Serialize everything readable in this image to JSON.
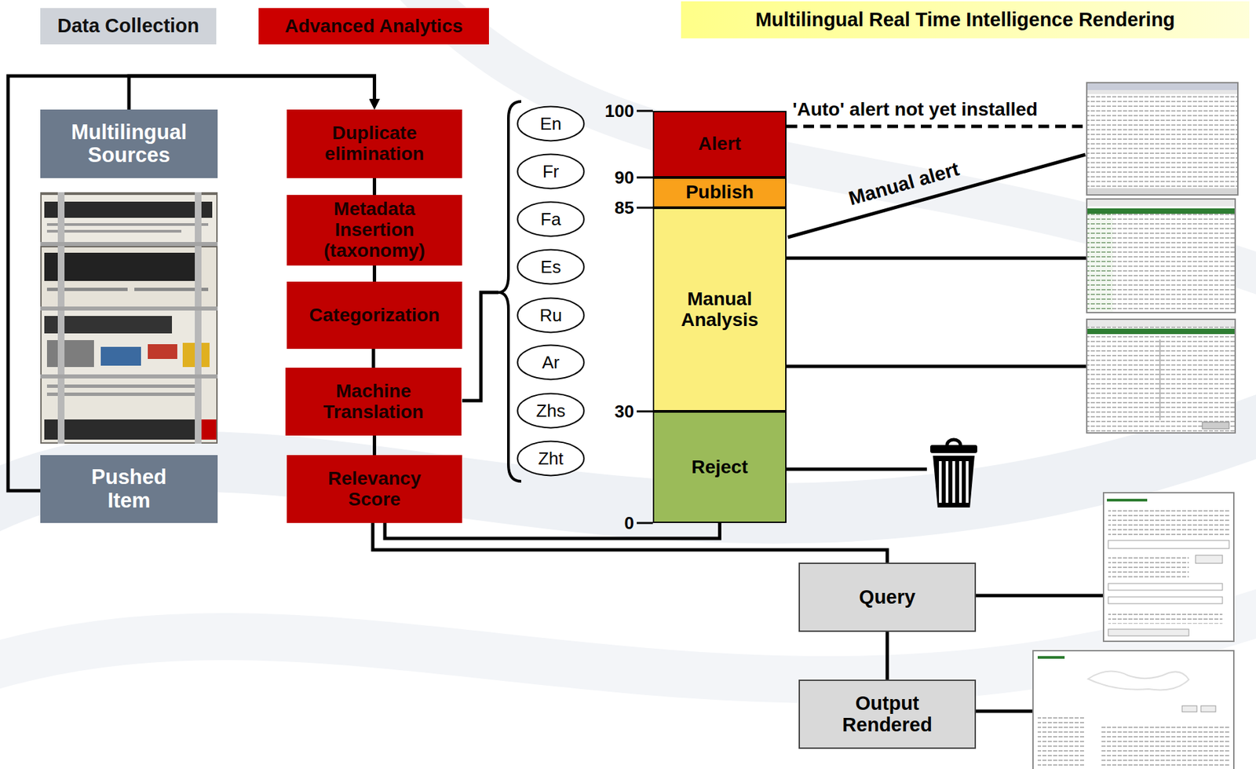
{
  "diagram": {
    "title": "Multilingual Real Time Intelligence Rendering",
    "nodes": [
      {
        "text": [
          "Data Collection"
        ]
      },
      {
        "text": [
          "Advanced Analytics"
        ]
      },
      {
        "text": [
          "Multilingual Sources"
        ]
      },
      {
        "text": [
          "Pushed Item"
        ]
      },
      {
        "text": [
          "Duplicate elimination"
        ]
      },
      {
        "text": [
          "Metadata Insertion (taxonomy)"
        ]
      },
      {
        "text": [
          "Categorization"
        ]
      },
      {
        "text": [
          "Machine Translation"
        ]
      },
      {
        "text": [
          "Relevancy Score"
        ]
      },
      {
        "text": [
          "En"
        ]
      },
      {
        "text": [
          "Fr"
        ]
      },
      {
        "text": [
          "Fa"
        ]
      },
      {
        "text": [
          "Es"
        ]
      },
      {
        "text": [
          "Ru"
        ]
      },
      {
        "text": [
          "Ar"
        ]
      },
      {
        "text": [
          "Zhs"
        ]
      },
      {
        "text": [
          "Zht"
        ]
      },
      {
        "text": [
          "Alert"
        ]
      },
      {
        "text": [
          "Publish"
        ]
      },
      {
        "text": [
          "Manual Analysis"
        ]
      },
      {
        "text": [
          "Reject"
        ]
      },
      {
        "text": [
          "Query"
        ]
      },
      {
        "text": [
          "Output Rendered"
        ]
      }
    ],
    "edges": [
      {
        "from": 2,
        "to": 4,
        "arrow": "to"
      },
      {
        "from": 3,
        "to": 4,
        "arrow": "to"
      },
      {
        "from": 4,
        "to": 5,
        "arrow": "none"
      },
      {
        "from": 5,
        "to": 6,
        "arrow": "none"
      },
      {
        "from": 6,
        "to": 7,
        "arrow": "none"
      },
      {
        "from": 7,
        "to": 8,
        "arrow": "none"
      },
      {
        "from": 8,
        "to": 20,
        "arrow": "none"
      },
      {
        "from": 8,
        "to": 21,
        "arrow": "none"
      },
      {
        "from": 21,
        "to": 22,
        "arrow": "none"
      }
    ],
    "labels": [
      "100",
      "90",
      "85",
      "30",
      "0",
      "'Auto' alert not yet installed",
      "Manual alert"
    ]
  }
}
